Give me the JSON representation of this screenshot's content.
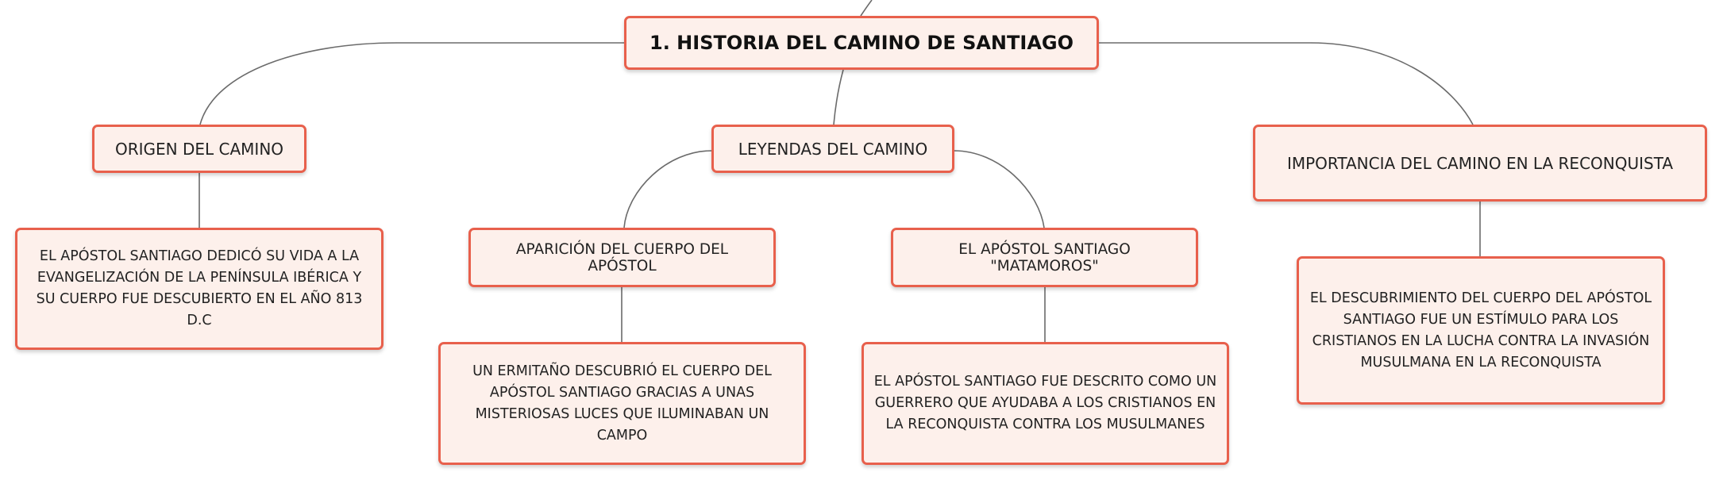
{
  "mindmap": {
    "root": "1. HISTORIA DEL CAMINO DE SANTIAGO",
    "branches": [
      {
        "label": "ORIGEN DEL CAMINO",
        "details": [
          "EL APÓSTOL SANTIAGO DEDICÓ SU VIDA A LA EVANGELIZACIÓN DE LA PENÍNSULA IBÉRICA Y SU CUERPO FUE DESCUBIERTO EN EL AÑO 813 D.C"
        ]
      },
      {
        "label": "LEYENDAS DEL CAMINO",
        "children": [
          {
            "label": "APARICIÓN DEL CUERPO DEL APÓSTOL",
            "details": [
              "UN ERMITAÑO DESCUBRIÓ EL CUERPO DEL APÓSTOL SANTIAGO GRACIAS A UNAS MISTERIOSAS LUCES QUE ILUMINABAN UN CAMPO"
            ]
          },
          {
            "label": "EL APÓSTOL SANTIAGO \"MATAMOROS\"",
            "details": [
              "EL APÓSTOL SANTIAGO FUE DESCRITO COMO UN GUERRERO QUE AYUDABA A LOS CRISTIANOS EN LA RECONQUISTA CONTRA LOS MUSULMANES"
            ]
          }
        ]
      },
      {
        "label": "IMPORTANCIA DEL CAMINO EN LA RECONQUISTA",
        "details": [
          "EL DESCUBRIMIENTO DEL CUERPO DEL APÓSTOL SANTIAGO FUE UN ESTÍMULO PARA LOS CRISTIANOS EN LA LUCHA CONTRA LA INVASIÓN MUSULMANA EN LA RECONQUISTA"
        ]
      }
    ]
  },
  "colors": {
    "node_border": "#e8604c",
    "node_fill": "#fdf0eb",
    "connector": "#6b6b6b"
  }
}
